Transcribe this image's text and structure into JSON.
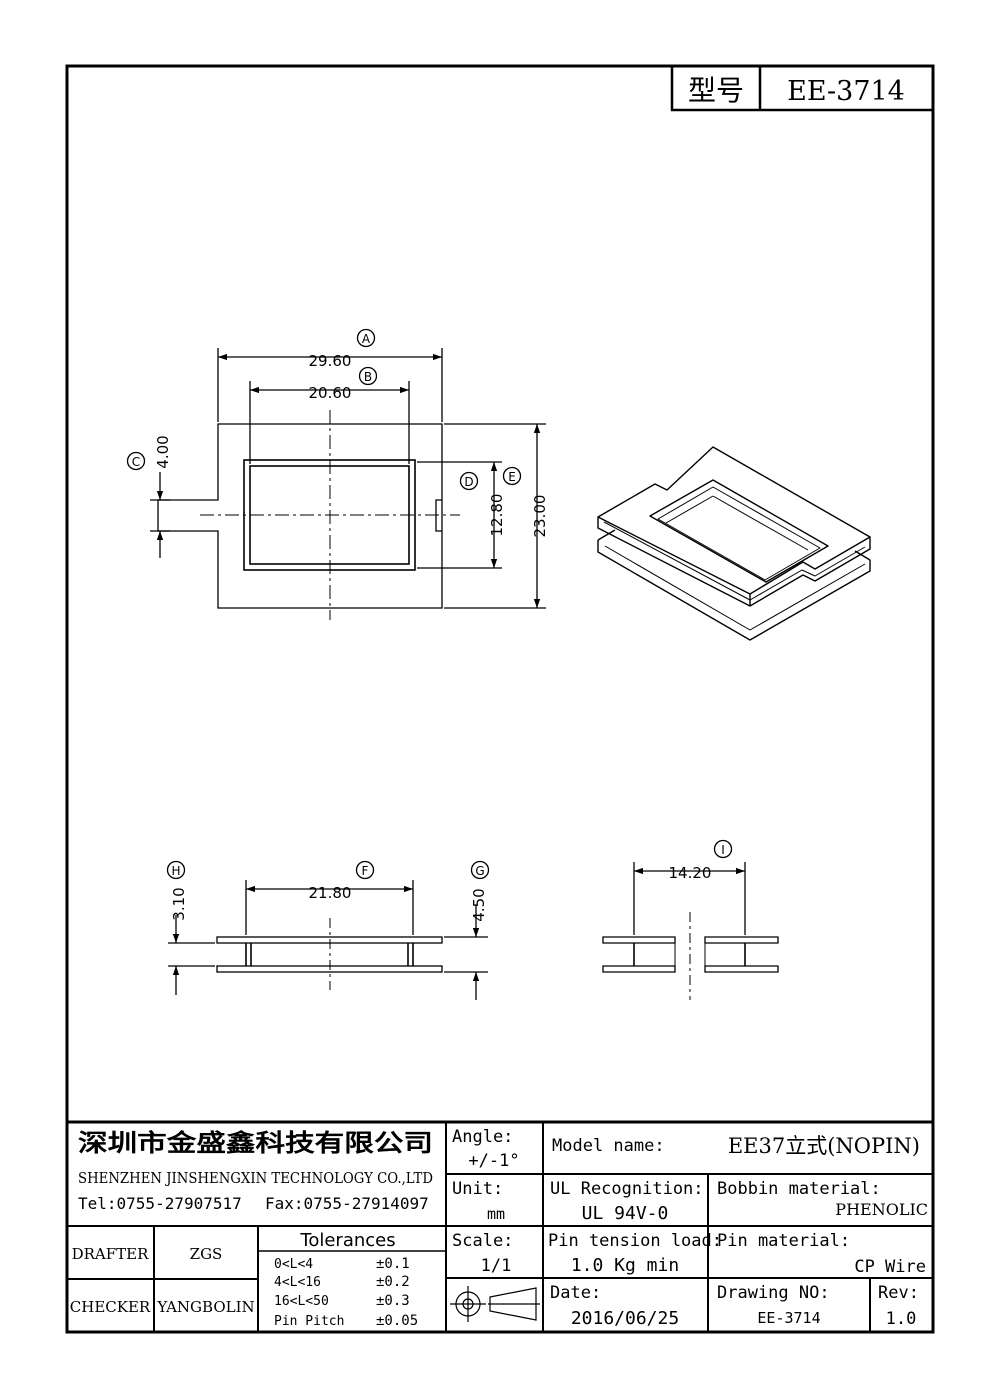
{
  "title_block": {
    "model_label": "型号",
    "model_value": "EE-3714"
  },
  "views": {
    "top": {
      "labels": {
        "A": "A",
        "B": "B",
        "C": "C",
        "D": "D",
        "E": "E"
      },
      "dims": {
        "A": "29.60",
        "B": "20.60",
        "C": "4.00",
        "D": "12.80",
        "E": "23.00"
      }
    },
    "side": {
      "labels": {
        "F": "F",
        "G": "G",
        "H": "H"
      },
      "dims": {
        "F": "21.80",
        "G": "4.50",
        "H": "3.10"
      }
    },
    "front": {
      "labels": {
        "I": "I"
      },
      "dims": {
        "I": "14.20"
      }
    }
  },
  "info": {
    "company_cn": "深圳市金盛鑫科技有限公司",
    "company_en": "SHENZHEN JINSHENGXIN TECHNOLOGY CO.,LTD",
    "tel": "Tel:0755-27907517",
    "fax": "Fax:0755-27914097",
    "drafter_label": "DRAFTER",
    "drafter_value": "ZGS",
    "checker_label": "CHECKER",
    "checker_value": "YANGBOLIN",
    "tolerances_label": "Tolerances",
    "tolerances": [
      {
        "range": "0<L<4",
        "value": "±0.1"
      },
      {
        "range": "4<L<16",
        "value": "±0.2"
      },
      {
        "range": "16<L<50",
        "value": "±0.3"
      },
      {
        "range": "Pin Pitch",
        "value": "±0.05"
      }
    ],
    "angle_label": "Angle:",
    "angle_value": "+/-1°",
    "unit_label": "Unit:",
    "unit_value": "mm",
    "scale_label": "Scale:",
    "scale_value": "1/1",
    "model_name_label": "Model name:",
    "model_name_value": "EE37立式(NOPIN)",
    "ul_label": "UL Recognition:",
    "ul_value": "UL 94V-0",
    "bobbin_label": "Bobbin material:",
    "bobbin_value": "PHENOLIC",
    "pin_tension_label": "Pin tension load:",
    "pin_tension_value": "1.0 Kg min",
    "pin_material_label": "Pin material:",
    "pin_material_value": "CP Wire",
    "date_label": "Date:",
    "date_value": "2016/06/25",
    "drawing_no_label": "Drawing NO:",
    "drawing_no_value": "EE-3714",
    "rev_label": "Rev:",
    "rev_value": "1.0"
  }
}
